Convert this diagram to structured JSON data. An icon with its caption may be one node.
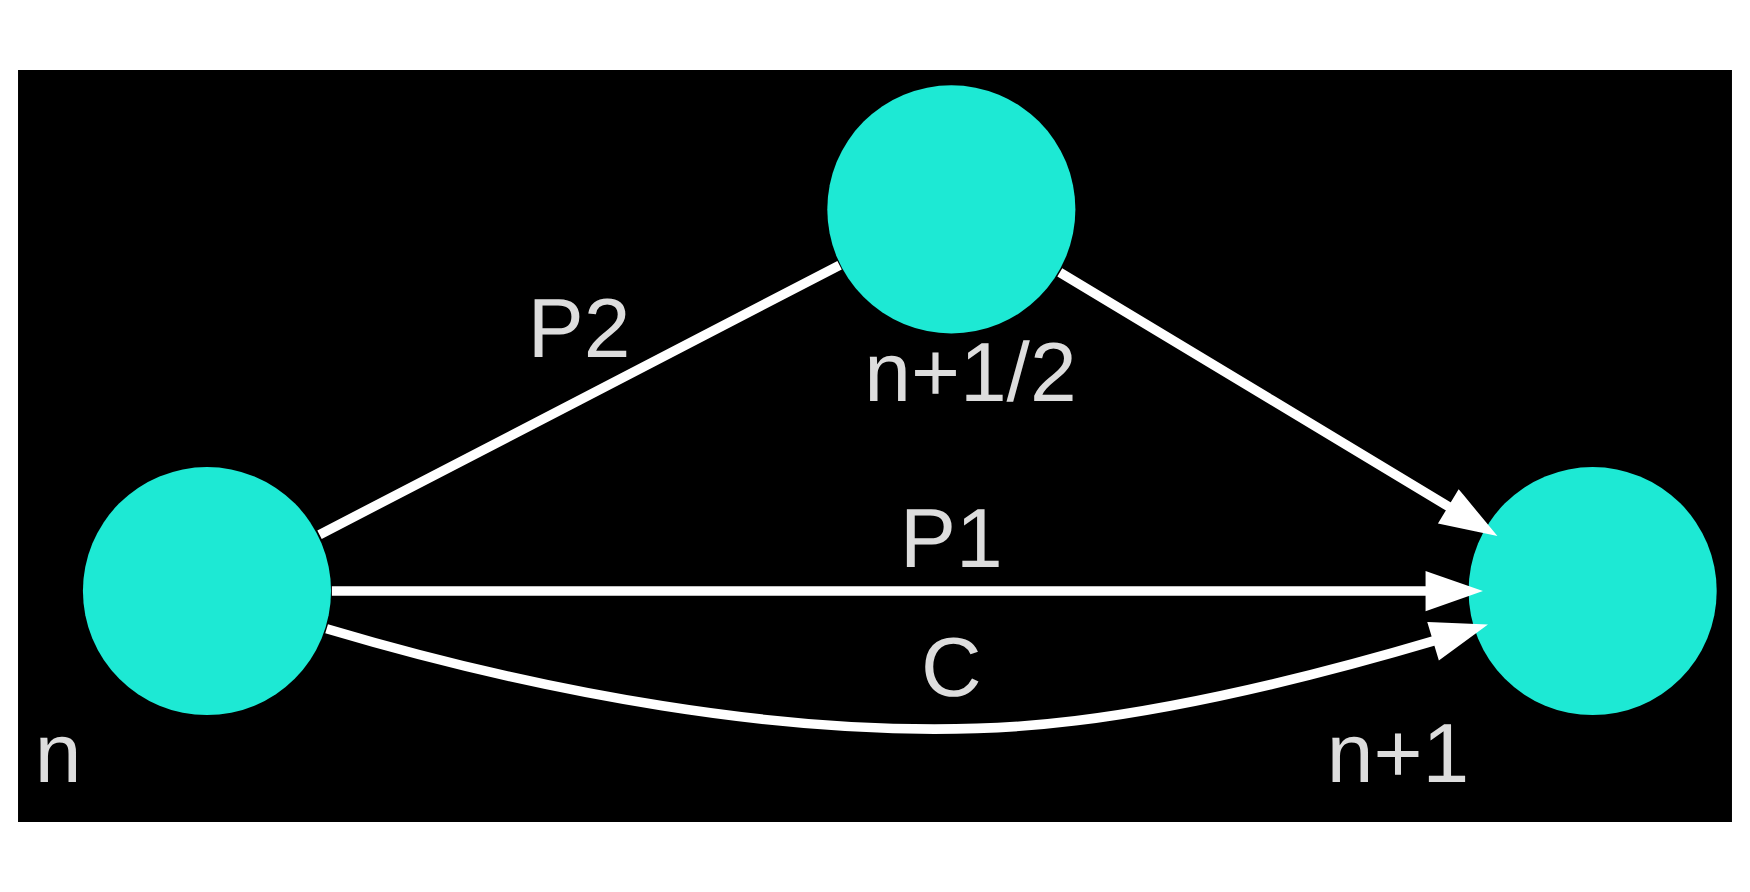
{
  "diagram": {
    "nodes": [
      {
        "text": [],
        "shape": "circle",
        "beside": [
          "n"
        ]
      },
      {
        "text": [],
        "shape": "circle",
        "beside": [
          "n+1/2"
        ]
      },
      {
        "text": [],
        "shape": "circle",
        "beside": [
          "n+1"
        ]
      }
    ],
    "edges": [
      {
        "from": 0,
        "to": 2,
        "arrow": "to",
        "label": "P1"
      },
      {
        "from": 0,
        "to": 1,
        "arrow": "none",
        "label": "P2"
      },
      {
        "from": 1,
        "to": 2,
        "arrow": "to"
      },
      {
        "from": 0,
        "to": 2,
        "arrow": "to",
        "label": "C"
      }
    ]
  }
}
